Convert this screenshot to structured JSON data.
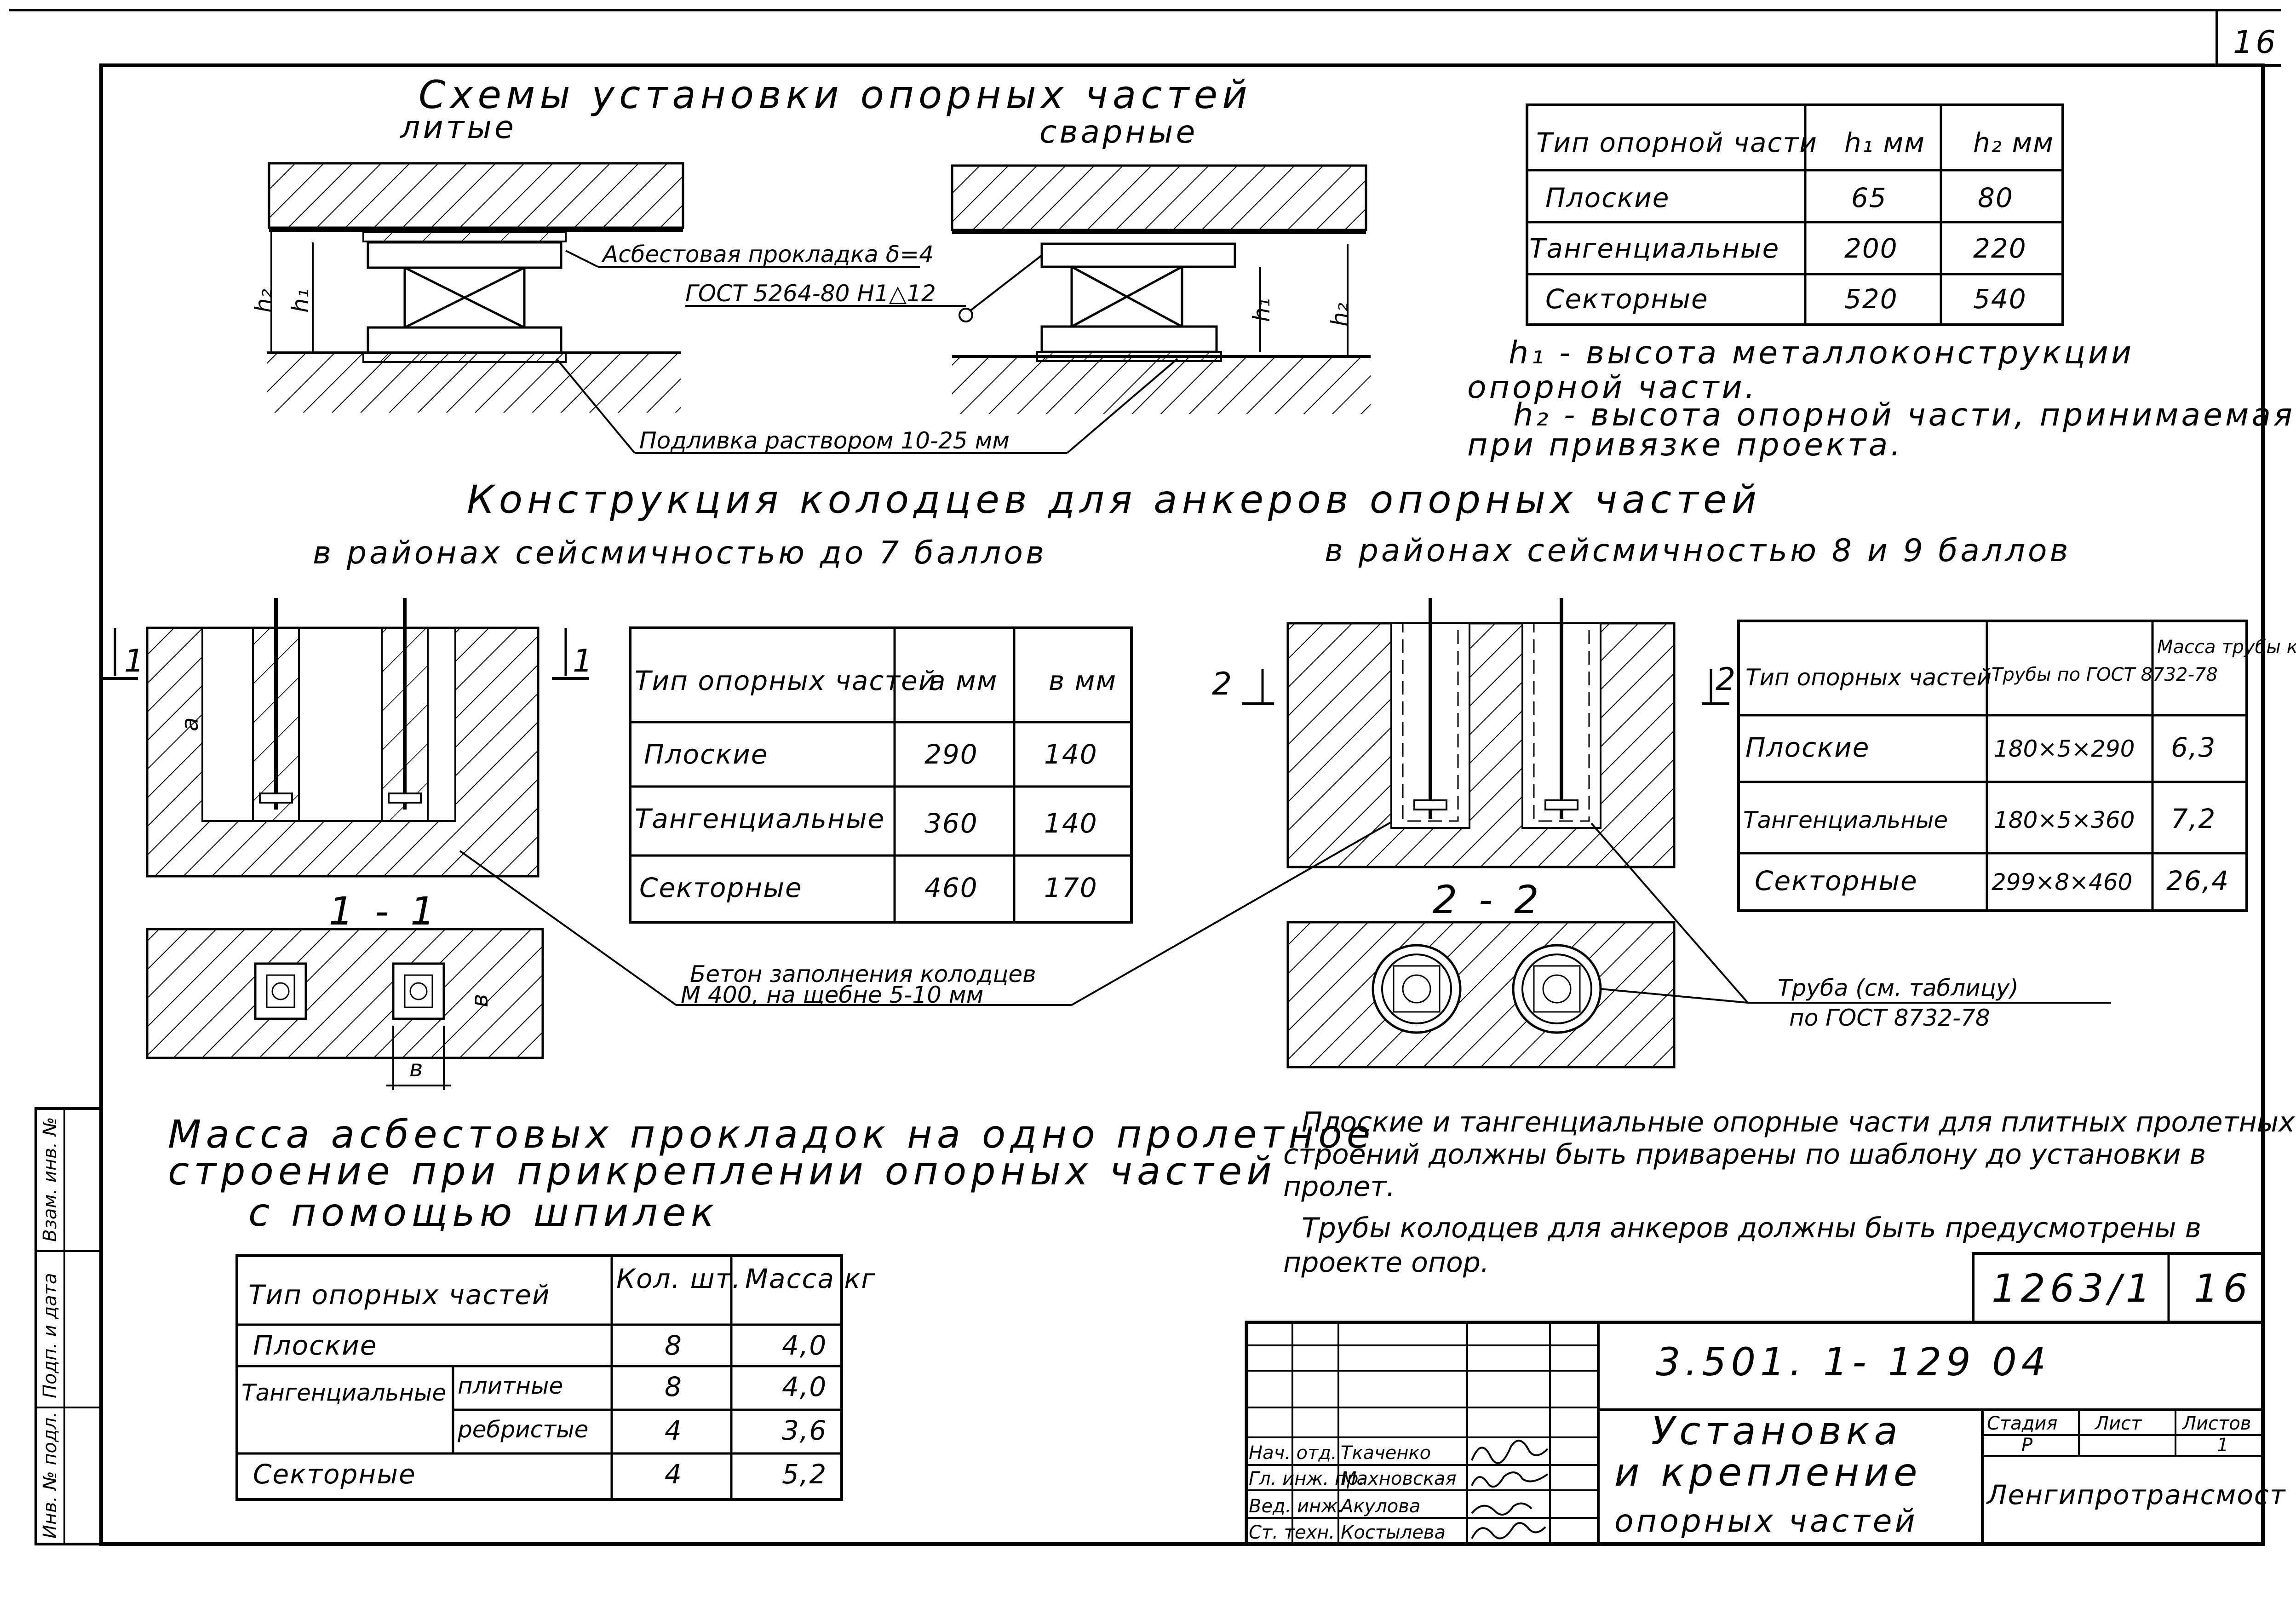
{
  "sheet_number_corner": "16",
  "schemes": {
    "title": "Схемы установки опорных частей",
    "cast_label": "литые",
    "welded_label": "сварные",
    "asbestos_label": "Асбестовая прокладка δ=4",
    "gost_label": "ГОСТ 5264-80 Н1△12",
    "grout_label": "Подливка раствором 10-25 мм",
    "h1": "h₁",
    "h2": "h₂"
  },
  "table_heights": {
    "headers": [
      "Тип опорной части",
      "h₁ мм",
      "h₂ мм"
    ],
    "rows": [
      [
        "Плоские",
        "65",
        "80"
      ],
      [
        "Тангенциальные",
        "200",
        "220"
      ],
      [
        "Секторные",
        "520",
        "540"
      ]
    ]
  },
  "legend": {
    "line1": "h₁ - высота металлоконструкции",
    "line2": "опорной части.",
    "line3": "h₂ - высота опорной части, принимаемая",
    "line4": "при привязке проекта."
  },
  "wells": {
    "title": "Конструкция колодцев для анкеров опорных частей",
    "sub_left": "в районах сейсмичностью до 7 баллов",
    "sub_right": "в районах сейсмичностью 8 и 9 баллов",
    "section_1_mark": "1",
    "section_2_mark": "2",
    "section_1_label": "1 - 1",
    "section_2_label": "2 - 2",
    "dim_a": "a",
    "dim_b": "в",
    "concrete_label_1": "Бетон заполнения колодцев",
    "concrete_label_2": "М 400, на щебне 5-10 мм",
    "pipe_label_1": "Труба (см. таблицу)",
    "pipe_label_2": "по ГОСТ 8732-78"
  },
  "table_wells_7": {
    "headers": [
      "Тип опорных частей",
      "a мм",
      "в мм"
    ],
    "rows": [
      [
        "Плоские",
        "290",
        "140"
      ],
      [
        "Тангенциальные",
        "360",
        "140"
      ],
      [
        "Секторные",
        "460",
        "170"
      ]
    ]
  },
  "table_pipes": {
    "headers": [
      "Тип опорных частей",
      "Трубы по ГОСТ 8732-78",
      "Масса трубы кг"
    ],
    "rows": [
      [
        "Плоские",
        "180×5×290",
        "6,3"
      ],
      [
        "Тангенциальные",
        "180×5×360",
        "7,2"
      ],
      [
        "Секторные",
        "299×8×460",
        "26,4"
      ]
    ]
  },
  "mass_section": {
    "title_1": "Масса асбестовых прокладок на одно пролетное",
    "title_2": "строение при прикреплении опорных частей",
    "title_3": "с помощью шпилек"
  },
  "table_mass": {
    "headers": [
      "Тип опорных частей",
      "Кол. шт.",
      "Масса кг"
    ],
    "rows": [
      {
        "type": "Плоские",
        "sub": "",
        "count": "8",
        "mass": "4,0"
      },
      {
        "type": "Тангенциальные",
        "sub": "плитные",
        "count": "8",
        "mass": "4,0"
      },
      {
        "type": "",
        "sub": "ребристые",
        "count": "4",
        "mass": "3,6"
      },
      {
        "type": "Секторные",
        "sub": "",
        "count": "4",
        "mass": "5,2"
      }
    ]
  },
  "notes": {
    "line1": "Плоские и тангенциальные опорные части для плитных пролетных",
    "line2": "строений должны быть приварены по шаблону до установки в",
    "line3": "пролет.",
    "line4": "Трубы колодцев для анкеров должны быть предусмотрены в",
    "line5": "проекте опор."
  },
  "stamp": {
    "album": "1263/1",
    "page": "16",
    "code": "3.501. 1- 129  04",
    "title_1": "Установка",
    "title_2": "и крепление",
    "title_3": "опорных частей",
    "stage_label": "Стадия",
    "sheet_label": "Лист",
    "sheets_label": "Листов",
    "stage_value": "Р",
    "sheets_value": "1",
    "organization": "Ленгипротрансмост",
    "signatories": [
      {
        "role": "Нач. отд.",
        "name": "Ткаченко"
      },
      {
        "role": "Гл. инж. пр.",
        "name": "Махновская"
      },
      {
        "role": "Вед. инж.",
        "name": "Акулова"
      },
      {
        "role": "Ст. техн.",
        "name": "Костылева"
      }
    ]
  },
  "side_margin": [
    "Инв. № подл.",
    "Подп. и дата",
    "Взам. инв. №"
  ]
}
